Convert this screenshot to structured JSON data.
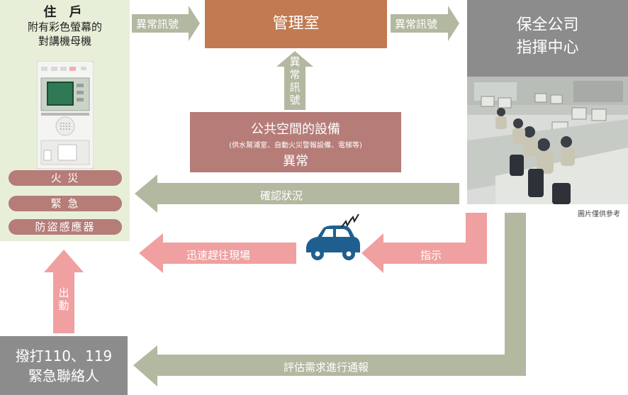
{
  "resident": {
    "title": "住 戶",
    "subtitle_line1": "附有彩色螢幕的",
    "subtitle_line2": "對講機母機",
    "buttons": [
      "火 災",
      "緊 急",
      "防盜感應器"
    ]
  },
  "management": {
    "label": "管理室"
  },
  "security": {
    "line1": "保全公司",
    "line2": "指揮中心",
    "photo_note": "圖片僅供參考"
  },
  "facility": {
    "line1": "公共空間的設備",
    "line2": "(供水幫浦室、自動火災警報設備、電梯等)",
    "line3": "異常"
  },
  "contact": {
    "line1": "撥打110、119",
    "line2": "緊急聯絡人"
  },
  "arrows": {
    "abnormal_signal_1": "異常訊號",
    "abnormal_signal_2": "異常訊號",
    "abnormal_signal_vertical": "異常訊號",
    "confirm_status": "確認狀況",
    "rush_to_scene": "迅速趕往現場",
    "instruction": "指示",
    "dispatch": "出動",
    "assess_and_report": "評估需求進行通報"
  },
  "colors": {
    "gray_arrow": "#b3b8a0",
    "pink_arrow": "#f0a0a0",
    "management_box": "#c27a51",
    "security_box": "#8c8c8c",
    "facility_box": "#b57c78",
    "resident_panel": "#e7efd9",
    "car": "#1f5f8f"
  },
  "icons": [
    "intercom-device-icon",
    "police-car-icon",
    "siren-signal-icon",
    "control-room-photo"
  ]
}
